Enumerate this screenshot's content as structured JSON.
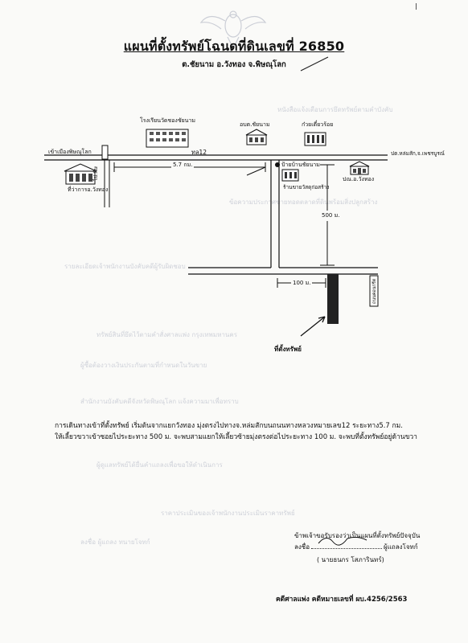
{
  "title": "แผนที่ตั้งทรัพย์โฉนดที่ดินเลขที่ 26850",
  "subtitle": "ต.ชัยนาม อ.วังทอง จ.พิษณุโลก",
  "map": {
    "school": "โรงเรียนวัดชองชัยนาม",
    "subdistrict_office": "อบต.ชัยนาม",
    "noodle_shop": "ก๋วยเตี๋ยวร้อย",
    "highway": "ทล12",
    "to_phitsanulok": "เข้าเมืองพิษณุโลก",
    "wangthong_district_office": "ที่ว่าการอ.วังทอง",
    "to_phitsanulok_short": "ไป.พิษ",
    "distance_main": "5.7 กม.",
    "chainam_sign": "ป้ายบ้านชัยนาม",
    "shop": "ร้านขายวัสดุก่อสร้าง",
    "to_phetchabun": "ปต.หล่มสัก,จ.เพชรบูรณ์",
    "post_office": "ปณ.อ.วังทอง",
    "distance_500": "500 ม.",
    "distance_100": "100 ม.",
    "property_label": "ที่ตั้งทรัพย์",
    "side_road": "ถนนคอนกรีต"
  },
  "directions": {
    "line1": "การเดินทางเข้าที่ตั้งทรัพย์ เริ่มต้นจากแยกวังทอง มุ่งตรงไปทางจ.หล่มสักบนถนนทางหลวงหมายเลข12 ระยะทาง5.7 กม.",
    "line2": "ให้เลี้ยวขวาเข้าซอยไประยะทาง 500 ม. จะพบสามแยกให้เลี้ยวซ้ายมุ่งตรงต่อไประยะทาง 100 ม. จะพบที่ตั้งทรัพย์อยู่ด้านขวา"
  },
  "signature": {
    "certify": "ข้าพเจ้าขอรับรองว่าเป็นแผนที่ตั้งทรัพย์ปัจจุบัน",
    "sign_prefix": "ลงชื่อ",
    "sign_suffix": "ผู้แถลงโจทก์",
    "name": "( นายธนกร โสภารินทร์)"
  },
  "case_number": "คดีศาลแพ่ง คดีหมายเลขที่ ผบ.4256/2563",
  "background_text": [
    "หนังสือแจ้งเตือนการยึดทรัพย์ตามคำบังคับ",
    "ข้อความประกาศขายทอดตลาดที่ดินพร้อมสิ่งปลูกสร้าง",
    "รายละเอียดเจ้าพนักงานบังคับคดีผู้รับผิดชอบ",
    "ทรัพย์สินที่ยึดไว้ตามคำสั่งศาลแพ่ง กรุงเทพมหานคร",
    "ผู้ซื้อต้องวางเงินประกันตามที่กำหนดในวันขาย",
    "สำนักงานบังคับคดีจังหวัดพิษณุโลก แจ้งความมาเพื่อทราบ",
    "ผู้ดูแลทรัพย์ได้ยื่นคำแถลงเพื่อขอให้ดำเนินการ",
    "ราคาประเมินของเจ้าพนักงานประเมินราคาทรัพย์",
    "ลงชื่อ ผู้แถลง ทนายโจทก์"
  ],
  "colors": {
    "ink": "#111111",
    "ghost": "#9aa0b4",
    "shade": "#333333"
  }
}
